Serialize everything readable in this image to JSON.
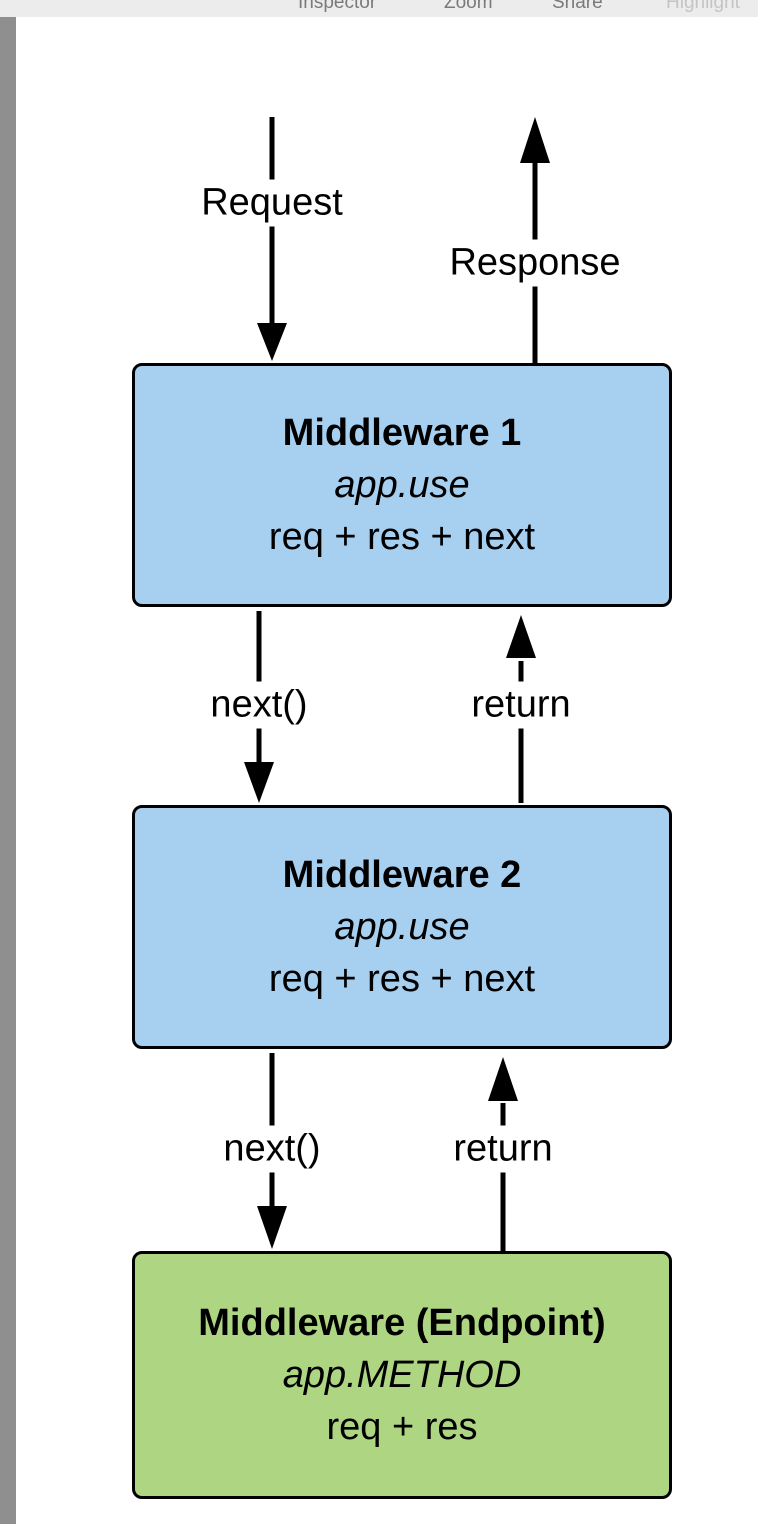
{
  "toolbar": {
    "items": [
      "Inspector",
      "Zoom",
      "Share",
      "Highlight"
    ]
  },
  "diagram": {
    "colors": {
      "middleware_fill": "#a6cff0",
      "endpoint_fill": "#aed582",
      "stroke": "#000000"
    },
    "top_request_label": "Request",
    "top_response_label": "Response",
    "boxes": [
      {
        "title": "Middleware 1",
        "method": "app.use",
        "signature": "req + res + next"
      },
      {
        "title": "Middleware 2",
        "method": "app.use",
        "signature": "req + res + next"
      },
      {
        "title": "Middleware (Endpoint)",
        "method": "app.METHOD",
        "signature": "req + res"
      }
    ],
    "links": [
      {
        "down_label": "next()",
        "up_label": "return"
      },
      {
        "down_label": "next()",
        "up_label": "return"
      }
    ]
  }
}
